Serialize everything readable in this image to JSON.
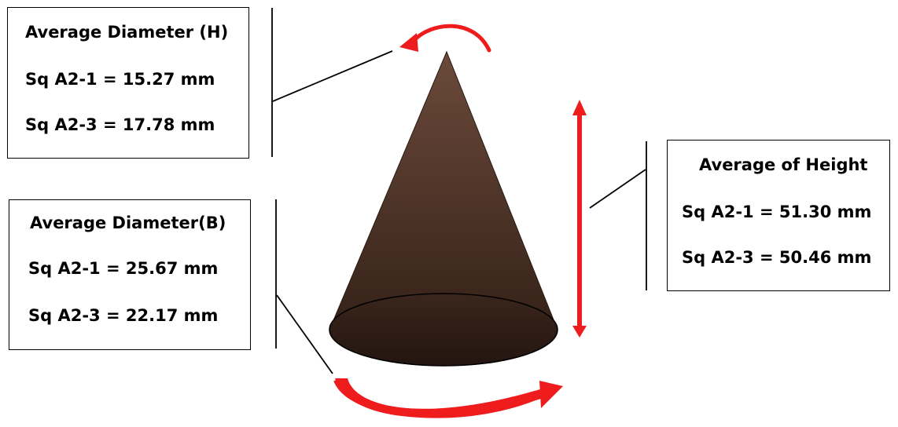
{
  "diameter_top": {
    "title": "Average Diameter (H)",
    "line1": "Sq A2-1 = 15.27 mm",
    "line2": "Sq A2-3 = 17.78 mm"
  },
  "diameter_base": {
    "title": "Average Diameter(B)",
    "line1": "Sq A2-1 = 25.67 mm",
    "line2": "Sq A2-3 = 22.17 mm"
  },
  "height": {
    "title": "Average of Height",
    "line1": "Sq A2-1 = 51.30 mm",
    "line2": "Sq A2-3 = 50.46 mm"
  },
  "colors": {
    "cone_top": "#6b4a3a",
    "cone_bottom": "#2e1c14",
    "arrow": "#ee1c1c"
  }
}
